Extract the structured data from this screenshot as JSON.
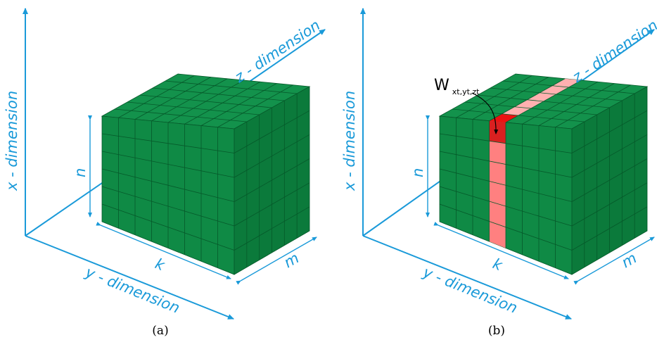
{
  "panels": [
    {
      "caption": "(a)",
      "axes": {
        "x": "x - dimension",
        "y": "y - dimension",
        "z": "z - dimension"
      },
      "dims": {
        "n": "n",
        "k": "k",
        "m": "m"
      },
      "highlight": false
    },
    {
      "caption": "(b)",
      "axes": {
        "x": "x - dimension",
        "y": "y - dimension",
        "z": "z - dimension"
      },
      "dims": {
        "n": "n",
        "k": "k",
        "m": "m"
      },
      "highlight": true,
      "weight_label": {
        "main": "W",
        "sub": "xt,yt,zt"
      }
    }
  ],
  "grid": {
    "front_cols": 8,
    "rows": 6,
    "depth_cells": 6
  },
  "colors": {
    "axis": "#1a9ad9",
    "front": "#0f8a45",
    "top": "#13924c",
    "side": "#0b7a3b",
    "grid_line": "#06592a",
    "highlight_strong": "#ee1111",
    "highlight_front": "#d92020",
    "highlight_light": "#ff8080",
    "highlight_top": "#ffb0b0"
  }
}
